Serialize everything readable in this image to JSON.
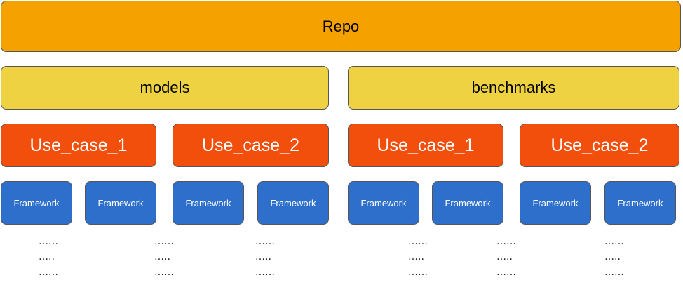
{
  "repo": {
    "label": "Repo"
  },
  "groups": [
    {
      "label": "models"
    },
    {
      "label": "benchmarks"
    }
  ],
  "use_cases": [
    {
      "label": "Use_case_1"
    },
    {
      "label": "Use_case_2"
    },
    {
      "label": "Use_case_1"
    },
    {
      "label": "Use_case_2"
    }
  ],
  "frameworks": [
    {
      "label": "Framework"
    },
    {
      "label": "Framework"
    },
    {
      "label": "Framework"
    },
    {
      "label": "Framework"
    },
    {
      "label": "Framework"
    },
    {
      "label": "Framework"
    },
    {
      "label": "Framework"
    },
    {
      "label": "Framework"
    }
  ],
  "ellipsis_columns": [
    [
      "……",
      "…..",
      "……"
    ],
    [
      "……",
      "…..",
      "……"
    ],
    [
      "……",
      "…..",
      "……"
    ],
    [
      "……",
      "…..",
      "……"
    ],
    [
      "……",
      "…..",
      "……"
    ],
    [
      "……",
      "…..",
      "……"
    ]
  ],
  "colors": {
    "repo": "#f5a200",
    "group": "#efd242",
    "use_case": "#f24e0c",
    "framework": "#2d6fcb"
  }
}
